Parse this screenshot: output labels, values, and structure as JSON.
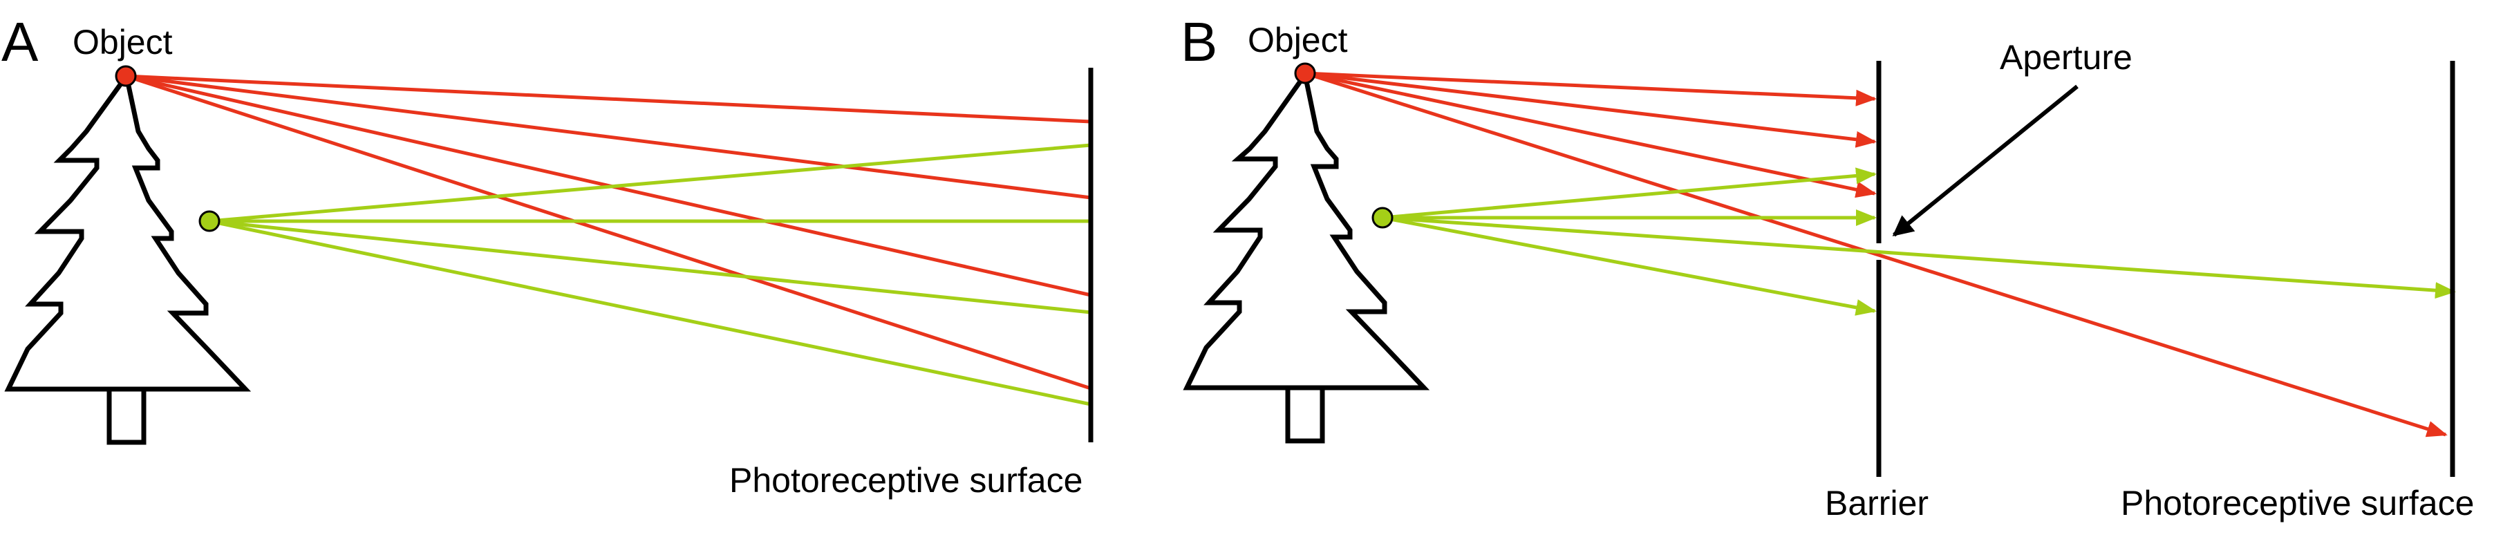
{
  "colors": {
    "red_ray": "#e8341c",
    "green_ray": "#a4cf17",
    "red_dot": "#e8341c",
    "green_dot": "#a4cf17",
    "ink": "#000000",
    "background": "#ffffff"
  },
  "panel_a": {
    "letter": "A",
    "object_label": "Object",
    "surface_label": "Photoreceptive surface"
  },
  "panel_b": {
    "letter": "B",
    "object_label": "Object",
    "aperture_label": "Aperture",
    "barrier_label": "Barrier",
    "surface_label": "Photoreceptive surface"
  }
}
